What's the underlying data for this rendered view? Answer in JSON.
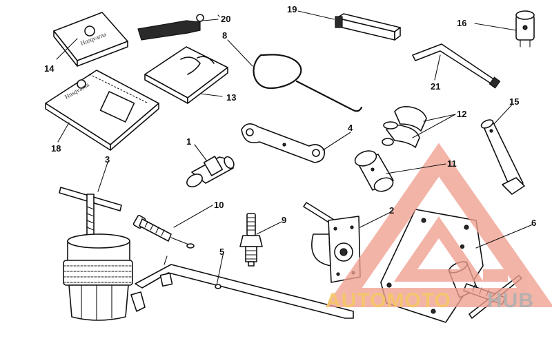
{
  "diagram": {
    "labels": [
      "1",
      "2",
      "3",
      "4",
      "5",
      "6",
      "8",
      "9",
      "10",
      "11",
      "12",
      "13",
      "14",
      "15",
      "16",
      "18",
      "19",
      "20",
      "21"
    ],
    "book_brand": "Husqvarna"
  },
  "watermark": {
    "part1": "AUTOMOTO",
    "part2": "HUB",
    "color_primary": "#f0a090",
    "color_accent": "#f4c866",
    "color_secondary": "#b0b0b0"
  }
}
